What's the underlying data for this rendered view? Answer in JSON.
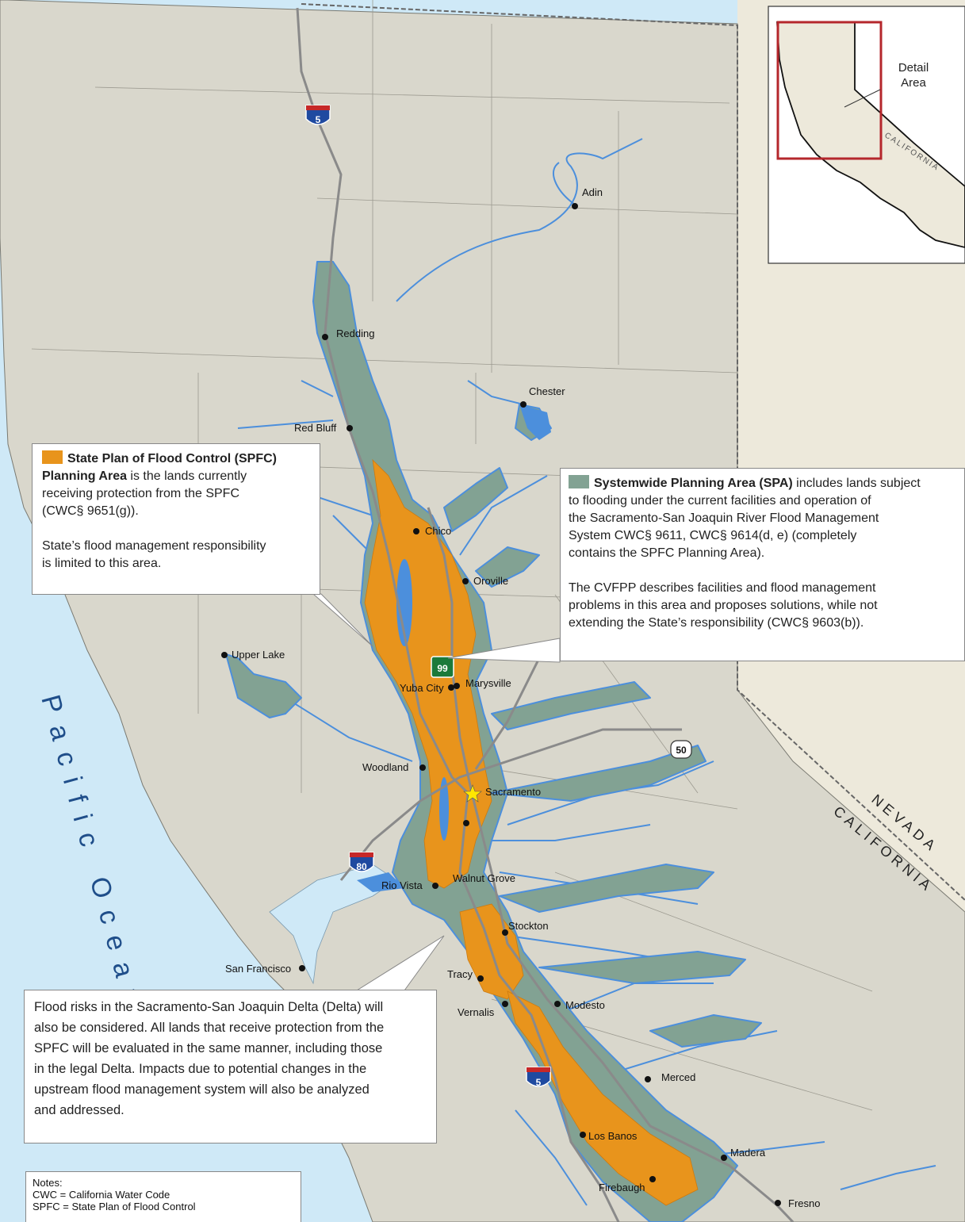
{
  "colors": {
    "ocean": "#cfe9f7",
    "land": "#d9d7cc",
    "nevada": "#ede9db",
    "river": "#4c8fdc",
    "spa": "#82a293",
    "spfc": "#e8941c",
    "inset_frame": "#b5272c",
    "interstate_shield": "#1f4aa0",
    "state_route_shield": "#1b7a3a"
  },
  "map": {
    "ocean_label": "Pacific Ocean",
    "state_labels": {
      "nevada": "NEVADA",
      "california": "CALIFORNIA"
    },
    "highways": {
      "i5_north": "5",
      "i5_south": "5",
      "i80": "80",
      "sr99": "99",
      "us50": "50"
    },
    "cities": {
      "adin": "Adin",
      "redding": "Redding",
      "chester": "Chester",
      "red_bluff": "Red Bluff",
      "chico": "Chico",
      "oroville": "Oroville",
      "upper_lake": "Upper Lake",
      "yuba_city": "Yuba City",
      "marysville": "Marysville",
      "woodland": "Woodland",
      "sacramento": "Sacramento",
      "rio_vista": "Rio Vista",
      "walnut_grove": "Walnut Grove",
      "stockton": "Stockton",
      "san_francisco": "San Francisco",
      "tracy": "Tracy",
      "vernalis": "Vernalis",
      "modesto": "Modesto",
      "merced": "Merced",
      "los_banos": "Los Banos",
      "madera": "Madera",
      "firebaugh": "Firebaugh",
      "fresno": "Fresno"
    }
  },
  "inset": {
    "detail_label_line1": "Detail",
    "detail_label_line2": "Area",
    "state_label": "CALIFORNIA"
  },
  "callouts": {
    "spfc": {
      "title": "State Plan of Flood Control (SPFC)",
      "title2": "Planning Area",
      "line1_rest": " is the lands currently",
      "line2": "receiving protection from the SPFC",
      "line3": "(CWC§ 9651(g)).",
      "line4": "State’s flood management responsibility",
      "line5": "is limited to this area."
    },
    "spa": {
      "title": "Systemwide Planning Area (SPA)",
      "line1_rest": " includes lands subject",
      "line2": "to flooding under the current facilities and operation of",
      "line3": "the Sacramento-San Joaquin River Flood Management",
      "line4": "System CWC§ 9611, CWC§ 9614(d, e) (completely",
      "line5": "contains the SPFC Planning Area).",
      "line6": "The CVFPP describes facilities and flood management",
      "line7": "problems in this area and proposes solutions, while not",
      "line8": "extending the State’s responsibility (CWC§ 9603(b))."
    },
    "delta": {
      "line1": "Flood risks in the Sacramento-San Joaquin Delta (Delta) will",
      "line2": "also be considered. All lands that receive protection from the",
      "line3": "SPFC will be evaluated in the same manner, including those",
      "line4": "in the legal Delta. Impacts due to potential changes in the",
      "line5": "upstream flood management system will also be analyzed",
      "line6": "and addressed."
    }
  },
  "notes": {
    "heading": "Notes:",
    "line1": "CWC = California Water Code",
    "line2": "SPFC = State Plan of Flood Control"
  }
}
